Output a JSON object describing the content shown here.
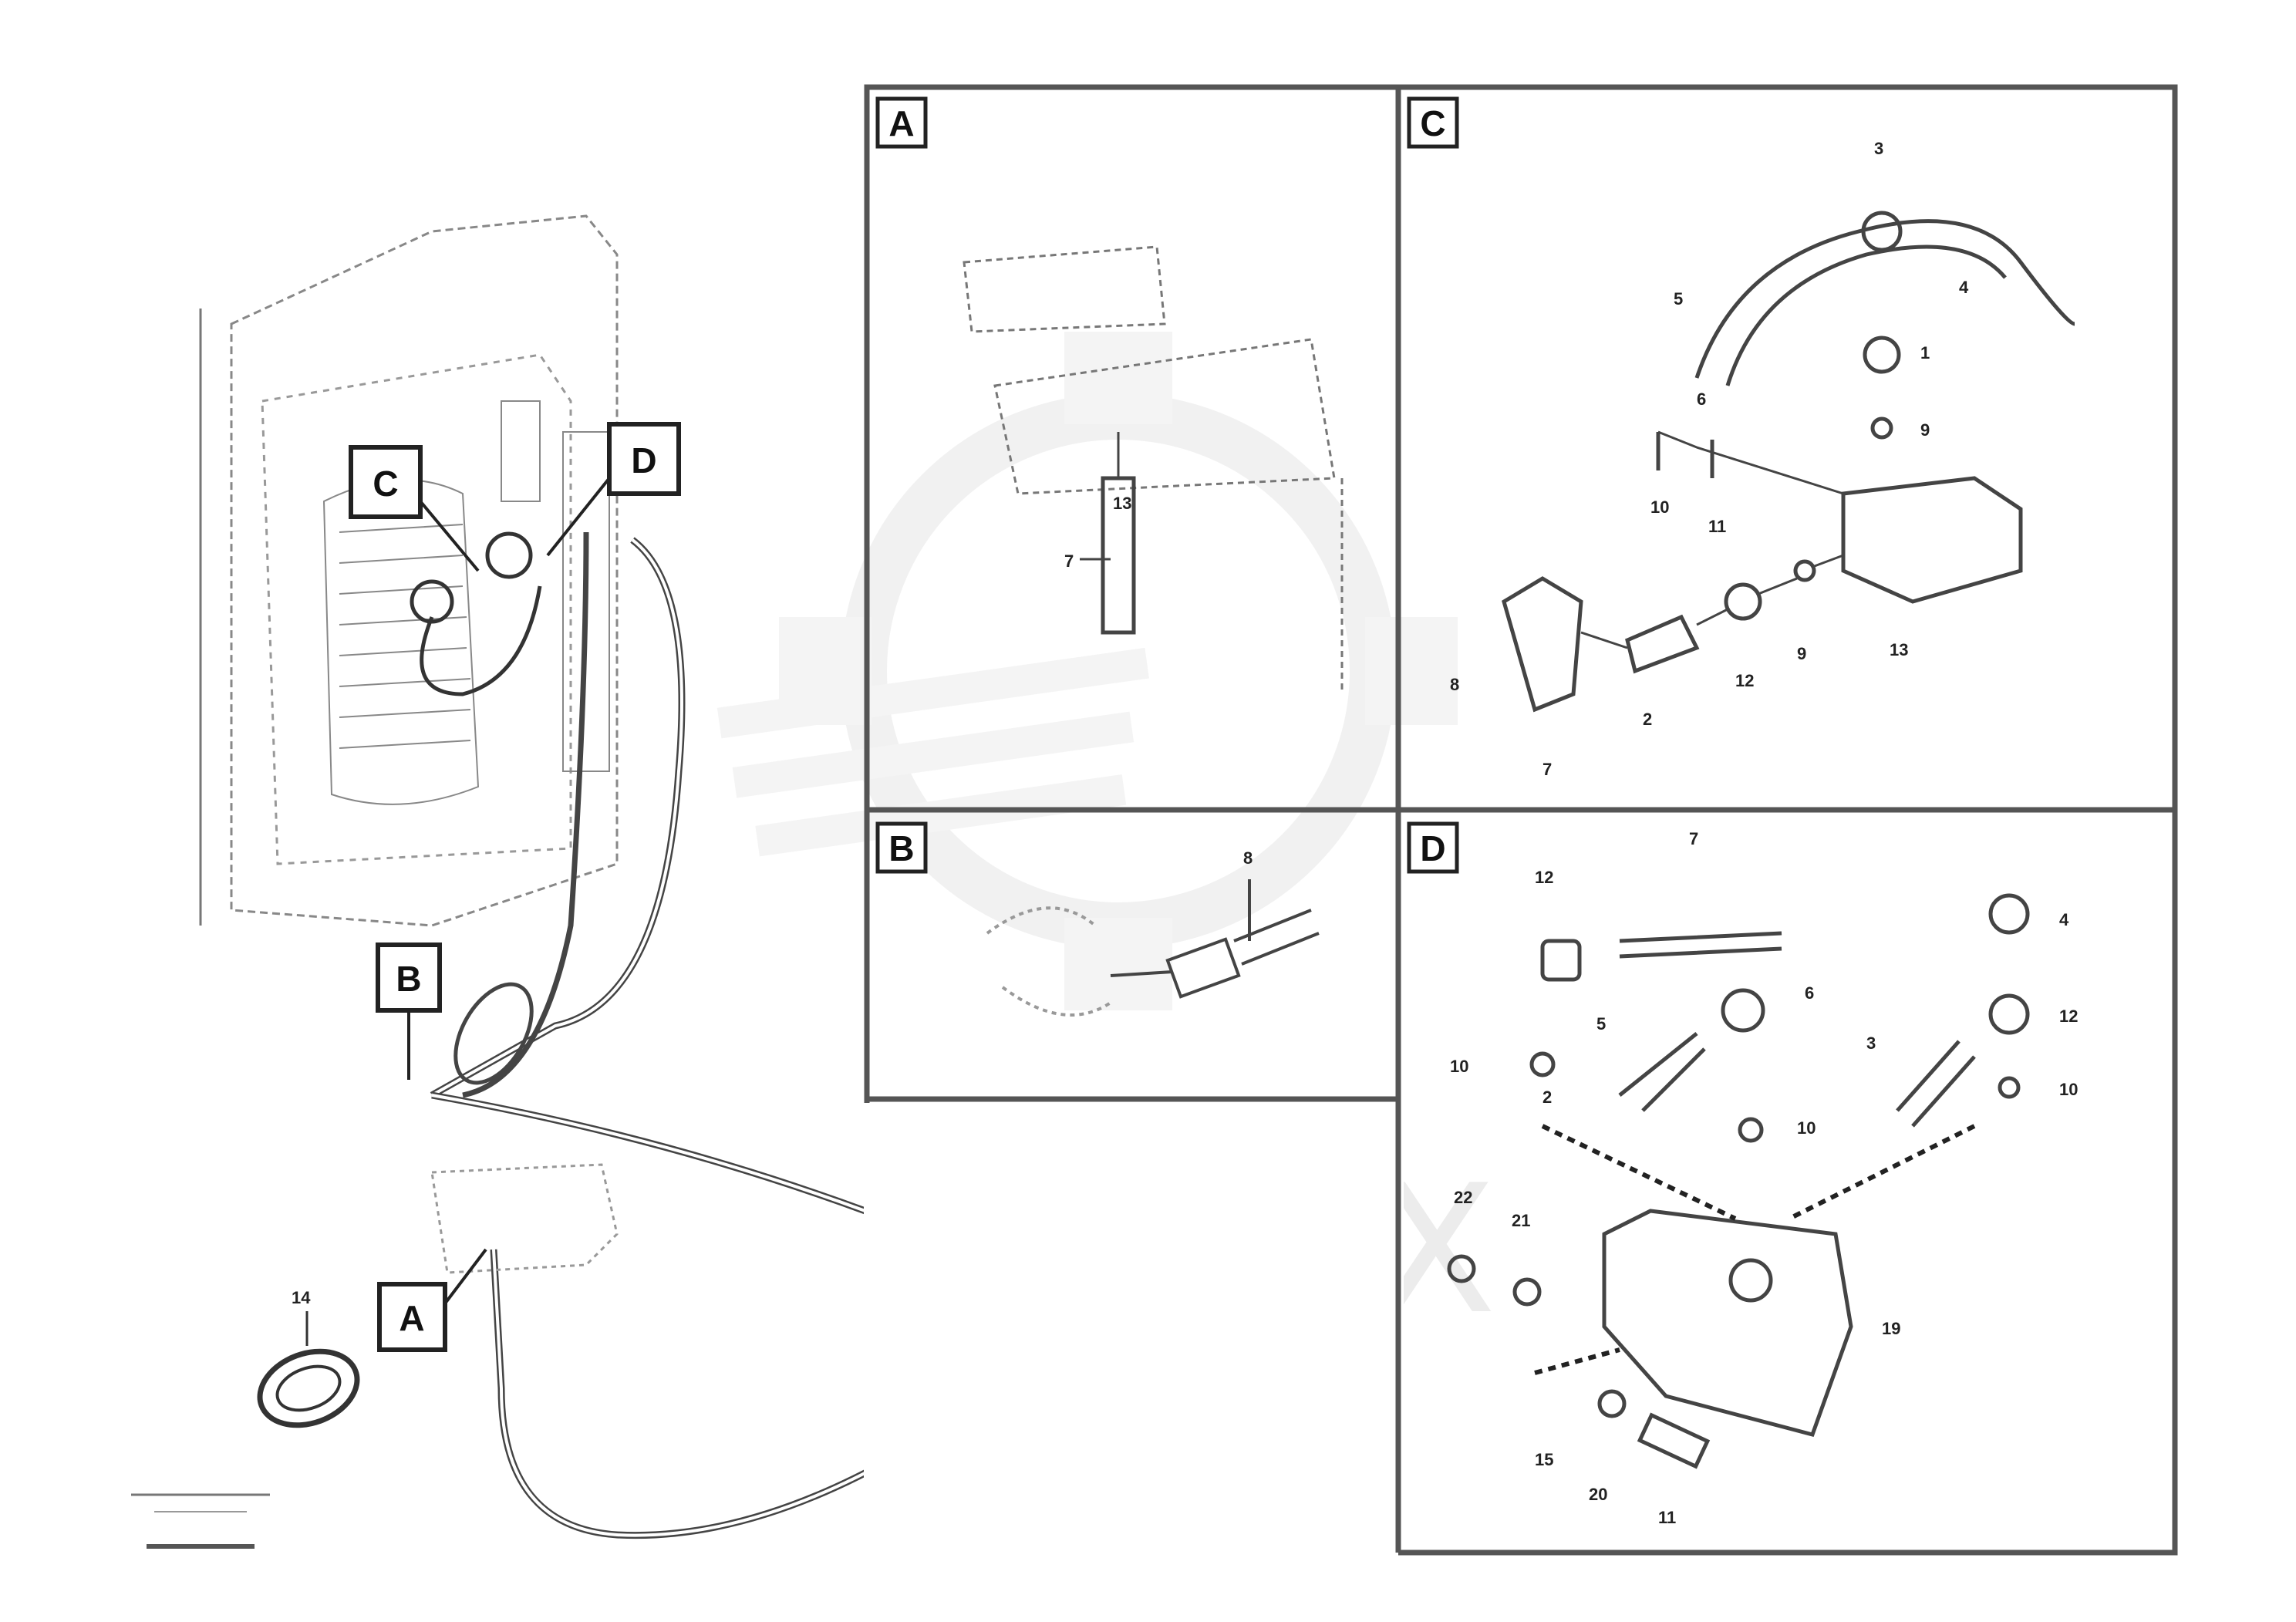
{
  "watermark": "ИНТЕХ",
  "drawing_number": "",
  "detail_views": [
    {
      "id": "A",
      "title": "A"
    },
    {
      "id": "B",
      "title": "B"
    },
    {
      "id": "C",
      "title": "C"
    },
    {
      "id": "D",
      "title": "D"
    }
  ],
  "callouts": {
    "A": "A",
    "B": "B",
    "C": "C",
    "D": "D"
  },
  "part_numbers": {
    "overview_14": "14",
    "a_7": "7",
    "a_13": "13",
    "b_8": "8",
    "c_1": "1",
    "c_2": "2",
    "c_3": "3",
    "c_4": "4",
    "c_5": "5",
    "c_6": "6",
    "c_7": "7",
    "c_8": "8",
    "c_9": "9",
    "c_10": "10",
    "c_11": "11",
    "c_12": "12",
    "c_13": "13",
    "d_2": "2",
    "d_3": "3",
    "d_4": "4",
    "d_5": "5",
    "d_6": "6",
    "d_7": "7",
    "d_10a": "10",
    "d_10b": "10",
    "d_10c": "10",
    "d_11": "11",
    "d_12a": "12",
    "d_12b": "12",
    "d_15": "15",
    "d_19": "19",
    "d_20": "20",
    "d_21": "21",
    "d_22": "22"
  },
  "colors": {
    "frame": "#555555",
    "line": "#444444",
    "watermark": "#dcdcdc"
  }
}
